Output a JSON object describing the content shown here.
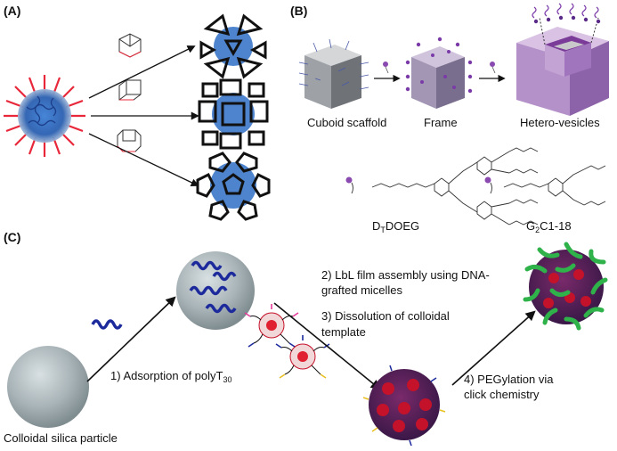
{
  "panels": {
    "a": {
      "label": "(A)"
    },
    "b": {
      "label": "(B)",
      "steps": [
        "Cuboid scaffold",
        "Frame",
        "Hetero-vesicles"
      ],
      "molecule_1": {
        "main": "D",
        "sub": "T",
        "rest": "DOEG"
      },
      "molecule_2": {
        "main": "G",
        "sub": "2",
        "rest": "C1-18"
      }
    },
    "c": {
      "label": "(C)",
      "particle_label": "Colloidal silica particle",
      "step1": {
        "main": "1) Adsorption of polyT",
        "sub": "30"
      },
      "step2_line1": "2) LbL film assembly using DNA-",
      "step2_line2": "grafted micelles",
      "step3_line1": "3) Dissolution of colloidal",
      "step3_line2": "template",
      "step4_line1": "4) PEGylation via",
      "step4_line2": "click chemistry"
    }
  },
  "colors": {
    "core_blue": "#2f6fc4",
    "spike_red": "#e8283a",
    "cage_black": "#111111",
    "vesicle_purple": "#9a6fb2",
    "silica_grey": "#a9b4b8",
    "polyT_navy": "#1c2a9c",
    "peg_green": "#2fb24a",
    "capsule_red": "#c4122a"
  },
  "icons": [
    "micelle-icon",
    "cage-icon",
    "cube-icon",
    "vesicle-icon",
    "dna-strand-icon",
    "sphere-icon"
  ]
}
